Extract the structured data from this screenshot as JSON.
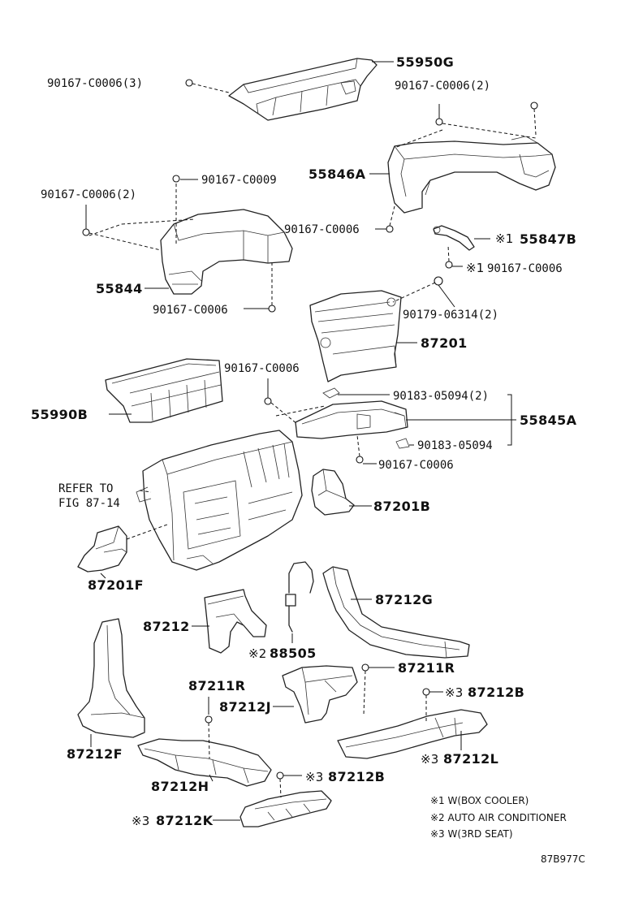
{
  "parts": {
    "p55950G": "55950G",
    "b90167_C0006_3": "90167-C0006(3)",
    "b90167_C0006_2_top": "90167-C0006(2)",
    "p55846A": "55846A",
    "b90167_C0009": "90167-C0009",
    "b90167_C0006_2_left": "90167-C0006(2)",
    "b90167_C0006_a": "90167-C0006",
    "p55847B": "55847B",
    "b90167_C0006_b": "90167-C0006",
    "p55844": "55844",
    "b90167_C0006_c": "90167-C0006",
    "b90179_06314": "90179-06314(2)",
    "p87201": "87201",
    "b90167_C0006_d": "90167-C0006",
    "b90183_05094_2": "90183-05094(2)",
    "p55990B": "55990B",
    "p55845A": "55845A",
    "b90183_05094": "90183-05094",
    "b90167_C0006_e": "90167-C0006",
    "refer_line1": "REFER TO",
    "refer_line2": "FIG 87-14",
    "p87201B": "87201B",
    "p87201F": "87201F",
    "p87212G": "87212G",
    "p87212": "87212",
    "p88505": "88505",
    "p87211R_right": "87211R",
    "p87211R_left": "87211R",
    "p87212J": "87212J",
    "p87212B_right": "87212B",
    "p87212F": "87212F",
    "p87212L": "87212L",
    "p87212H": "87212H",
    "p87212B_bottom": "87212B",
    "p87212K": "87212K"
  },
  "marks": {
    "m1": "※1",
    "m2": "※2",
    "m3": "※3"
  },
  "notes": {
    "note1": "※1 W(BOX COOLER)",
    "note2": "※2 AUTO AIR CONDITIONER",
    "note3": "※3 W(3RD SEAT)"
  },
  "figure_code": "87B977C"
}
